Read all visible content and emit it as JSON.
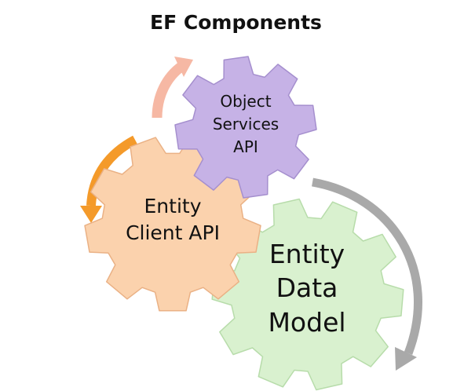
{
  "title": "EF Components",
  "gears": [
    {
      "id": "object-services",
      "lines": [
        "Object",
        "Services",
        "API"
      ],
      "fill": "#c6b2e6",
      "stroke": "#a58fce"
    },
    {
      "id": "entity-client",
      "lines": [
        "Entity",
        "Client API"
      ],
      "fill": "#fbd2ad",
      "stroke": "#eab185"
    },
    {
      "id": "entity-data-model",
      "lines": [
        "Entity",
        "Data",
        "Model"
      ],
      "fill": "#d9f1cf",
      "stroke": "#b7dcaa"
    }
  ],
  "arrows": [
    {
      "id": "peach-arrow",
      "color": "#f6b8a4"
    },
    {
      "id": "orange-arrow",
      "color": "#f49a2a"
    },
    {
      "id": "gray-arrow",
      "color": "#a9a9a9"
    }
  ]
}
